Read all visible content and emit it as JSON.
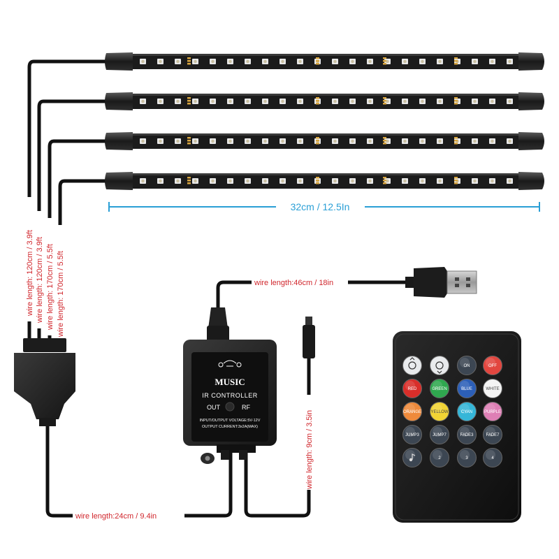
{
  "strip_length_label": "32cm / 12.5In",
  "wires": {
    "strip1": "wire length: 120cm / 3.9ft",
    "strip2": "wire length: 120cm / 3.9ft",
    "strip3": "wire length: 170cm / 5.5ft",
    "strip4": "wire length: 170cm / 5.5ft",
    "usb": "wire length:46cm / 18in",
    "hub": "wire length:24cm / 9.4in",
    "ir": "wire length: 9cm / 3.5in"
  },
  "controller": {
    "logo": "MUSIC",
    "title": "IR CONTROLLER",
    "out": "OUT",
    "rf": "RF",
    "spec1": "INPUT/OUTPUT VOLTAGE:5V-12V",
    "spec2": "OUTPUT CURRENT:3x2A(MAX)"
  },
  "remote_keys": [
    {
      "label": "",
      "color": "#e8eaec",
      "icon": "brightness-up-icon"
    },
    {
      "label": "",
      "color": "#e8eaec",
      "icon": "brightness-down-icon"
    },
    {
      "label": "ON",
      "color": "#3c4652"
    },
    {
      "label": "OFF",
      "color": "#e2463f"
    },
    {
      "label": "RED",
      "color": "#d92e2a"
    },
    {
      "label": "GREEN",
      "color": "#2fa84f"
    },
    {
      "label": "BLUE",
      "color": "#2c5fb8"
    },
    {
      "label": "WHITE",
      "color": "#f3f3f3",
      "dark": true
    },
    {
      "label": "ORANGE",
      "color": "#ef8a3b"
    },
    {
      "label": "YELLOW",
      "color": "#f1d434",
      "dark": true
    },
    {
      "label": "CYAN",
      "color": "#35b6d8"
    },
    {
      "label": "PURPLE",
      "color": "#de7fb5"
    },
    {
      "label": "JUMP3",
      "color": "#3c4652"
    },
    {
      "label": "JUMP7",
      "color": "#3c4652"
    },
    {
      "label": "FADE3",
      "color": "#3c4652"
    },
    {
      "label": "FADE7",
      "color": "#3c4652"
    },
    {
      "label": "",
      "color": "#3c4652",
      "icon": "music-note-icon"
    },
    {
      "label": "2",
      "color": "#3c4652"
    },
    {
      "label": "3",
      "color": "#3c4652"
    },
    {
      "label": "4",
      "color": "#3c4652"
    }
  ]
}
